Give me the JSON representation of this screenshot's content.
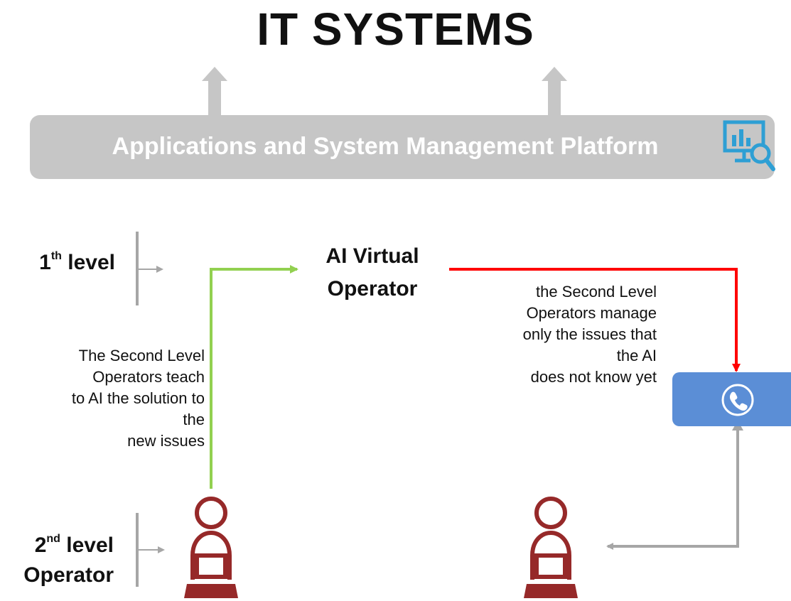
{
  "title": "IT SYSTEMS",
  "platform": {
    "label": "Applications and System Management Platform",
    "icon": "monitor-analytics-search-icon"
  },
  "levels": {
    "first": {
      "number": "1",
      "suffix": "th",
      "text": "level"
    },
    "second": {
      "number": "2",
      "suffix": "nd",
      "line1": "level",
      "line2": "Operator"
    }
  },
  "ai_operator": {
    "line1": "AI Virtual",
    "line2": "Operator"
  },
  "notes": {
    "teach": [
      "The Second Level",
      "Operators teach",
      "to AI the solution to",
      "the",
      "new issues"
    ],
    "manage": [
      "the Second Level",
      "Operators manage",
      "only the issues that",
      "the AI",
      "does not know yet"
    ]
  },
  "icons": {
    "phone": "phone-icon",
    "operator": "operator-at-laptop-icon"
  },
  "colors": {
    "platform_bar": "#c6c6c6",
    "teach_arrow": "#92d050",
    "escalate_arrow": "#ff0000",
    "connector_arrow": "#a6a6a6",
    "phone_box": "#5b8ed6",
    "operator_icon": "#962929"
  }
}
